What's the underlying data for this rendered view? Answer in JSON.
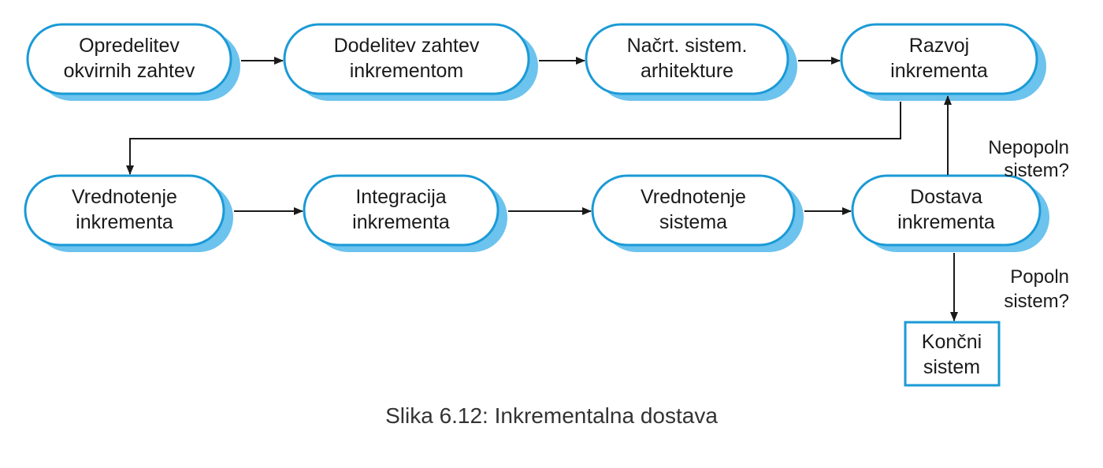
{
  "colors": {
    "border": "#1a9ad6",
    "shadow": "#6cc3ee",
    "fill": "#ffffff",
    "arrow": "#1a1a1a"
  },
  "nodes": {
    "opredelitev": [
      "Opredelitev",
      "okvirnih zahtev"
    ],
    "dodelitev": [
      "Dodelitev zahtev",
      "inkrementom"
    ],
    "nacrt": [
      "Načrt. sistem.",
      "arhitekture"
    ],
    "razvoj": [
      "Razvoj",
      "inkrementa"
    ],
    "vrednotenje_inkrementa": [
      "Vrednotenje",
      "inkrementa"
    ],
    "integracija": [
      "Integracija",
      "inkrementa"
    ],
    "vrednotenje_sistema": [
      "Vrednotenje",
      "sistema"
    ],
    "dostava": [
      "Dostava",
      "inkrementa"
    ],
    "koncni": [
      "Končni",
      "sistem"
    ]
  },
  "labels": {
    "nepopoln": [
      "Nepopoln",
      "sistem?"
    ],
    "popoln": [
      "Popoln",
      "sistem?"
    ]
  },
  "caption": "Slika 6.12: Inkrementalna dostava"
}
